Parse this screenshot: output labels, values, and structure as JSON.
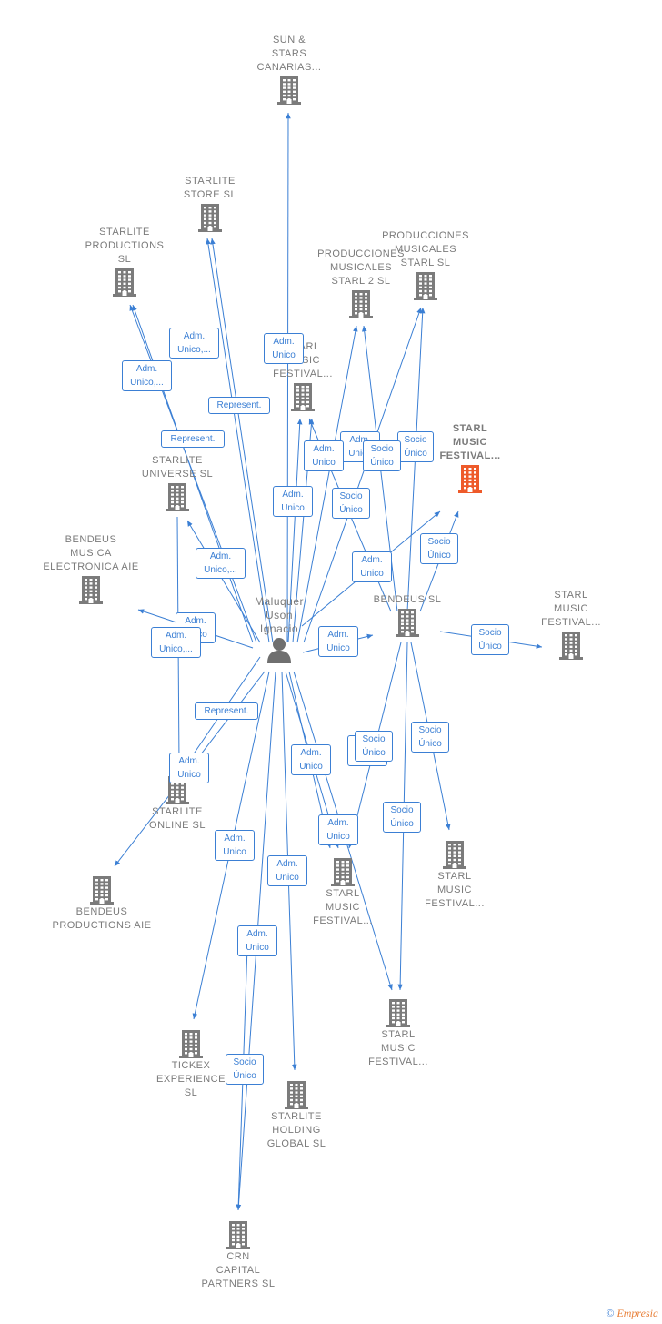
{
  "person": {
    "id": "maluquer",
    "label": "Maluquer\nUson\nIgnacio"
  },
  "companies": [
    {
      "id": "sun_stars",
      "label": "SUN &\nSTARS\nCANARIAS..."
    },
    {
      "id": "starlite_store",
      "label": "STARLITE\nSTORE  SL"
    },
    {
      "id": "starlite_productions",
      "label": "STARLITE\nPRODUCTIONS\nSL"
    },
    {
      "id": "prod_mus_starl2",
      "label": "PRODUCCIONES\nMUSICALES\nSTARL 2  SL"
    },
    {
      "id": "prod_mus_starl",
      "label": "PRODUCCIONES\nMUSICALES\nSTARL  SL"
    },
    {
      "id": "starl_mus_fest_hidden",
      "label": "STARL\nMUSIC\nFESTIVAL..."
    },
    {
      "id": "starl_mus_fest_main",
      "label": "STARL\nMUSIC\nFESTIVAL...",
      "highlight": true
    },
    {
      "id": "starlite_universe",
      "label": "STARLITE\nUNIVERSE  SL"
    },
    {
      "id": "bendeus_musica",
      "label": "BENDEUS\nMUSICA\nELECTRONICA AIE"
    },
    {
      "id": "bendeus_sl",
      "label": "BENDEUS SL"
    },
    {
      "id": "starl_mus_fest_right",
      "label": "STARL\nMUSIC\nFESTIVAL..."
    },
    {
      "id": "starlite_online",
      "label": "STARLITE\nONLINE  SL"
    },
    {
      "id": "bendeus_productions",
      "label": "BENDEUS\nPRODUCTIONS AIE"
    },
    {
      "id": "starl_mus_fest_mid",
      "label": "STARL\nMUSIC\nFESTIVAL..."
    },
    {
      "id": "starl_mus_fest_lowright",
      "label": "STARL\nMUSIC\nFESTIVAL..."
    },
    {
      "id": "starl_mus_fest_bottom",
      "label": "STARL\nMUSIC\nFESTIVAL..."
    },
    {
      "id": "tickex",
      "label": "TICKEX\nEXPERIENCE\nSL"
    },
    {
      "id": "starlite_holding",
      "label": "STARLITE\nHOLDING\nGLOBAL  SL"
    },
    {
      "id": "crn_capital",
      "label": "CRN\nCAPITAL\nPARTNERS  SL"
    }
  ],
  "edges": [
    {
      "from": "maluquer",
      "to": "sun_stars",
      "label": "Adm.\nUnico"
    },
    {
      "from": "maluquer",
      "to": "starlite_store",
      "label": "Represent."
    },
    {
      "from": "maluquer",
      "to": "starlite_store",
      "label": "Adm.\nUnico,..."
    },
    {
      "from": "maluquer",
      "to": "starlite_productions",
      "label": "Adm.\nUnico,..."
    },
    {
      "from": "maluquer",
      "to": "starlite_productions",
      "label": "Represent."
    },
    {
      "from": "maluquer",
      "to": "starl_mus_fest_hidden",
      "label": "Adm.\nUnico"
    },
    {
      "from": "maluquer",
      "to": "starl_mus_fest_hidden",
      "label": "Adm.\nUnico"
    },
    {
      "from": "maluquer",
      "to": "prod_mus_starl2",
      "label": "Adm.\nUnico"
    },
    {
      "from": "maluquer",
      "to": "prod_mus_starl",
      "label": "Adm.\nUnico"
    },
    {
      "from": "maluquer",
      "to": "starlite_universe",
      "label": "Adm.\nUnico,..."
    },
    {
      "from": "maluquer",
      "to": "bendeus_musica",
      "label": "Adm.\nUnico"
    },
    {
      "from": "maluquer",
      "to": "starlite_online",
      "label": "Adm.\nUnico,..."
    },
    {
      "from": "maluquer",
      "to": "bendeus_sl",
      "label": "Adm.\nUnico"
    },
    {
      "from": "maluquer",
      "to": "starl_mus_fest_main",
      "label": "Adm.\nUnico"
    },
    {
      "from": "maluquer",
      "to": "bendeus_productions",
      "label": "Represent."
    },
    {
      "from": "maluquer",
      "to": "starl_mus_fest_mid",
      "label": "Adm.\nUnico"
    },
    {
      "from": "maluquer",
      "to": "starl_mus_fest_mid",
      "label": "Adm.\nUnico"
    },
    {
      "from": "maluquer",
      "to": "starl_mus_fest_bottom",
      "label": "Adm.\nUnico"
    },
    {
      "from": "maluquer",
      "to": "tickex",
      "label": "Adm.\nUnico"
    },
    {
      "from": "maluquer",
      "to": "starlite_holding",
      "label": "Adm.\nUnico"
    },
    {
      "from": "maluquer",
      "to": "crn_capital",
      "label": "Adm.\nUnico"
    },
    {
      "from": "starlite_online",
      "to": "crn_capital",
      "label": "Adm.\nUnico"
    },
    {
      "from": "tickex",
      "to": "crn_capital",
      "label": "Socio\nÚnico"
    },
    {
      "from": "bendeus_sl",
      "to": "prod_mus_starl2",
      "label": "Socio\nÚnico"
    },
    {
      "from": "bendeus_sl",
      "to": "prod_mus_starl",
      "label": "Socio\nÚnico"
    },
    {
      "from": "bendeus_sl",
      "to": "starl_mus_fest_hidden",
      "label": "Socio\nÚnico"
    },
    {
      "from": "bendeus_sl",
      "to": "starl_mus_fest_main",
      "label": "Socio\nÚnico"
    },
    {
      "from": "bendeus_sl",
      "to": "starl_mus_fest_right",
      "label": "Socio\nÚnico"
    },
    {
      "from": "bendeus_sl",
      "to": "starl_mus_fest_mid",
      "label": "Socio\nÚnico"
    },
    {
      "from": "bendeus_sl",
      "to": "starl_mus_fest_lowright",
      "label": "Socio\nÚnico"
    },
    {
      "from": "bendeus_sl",
      "to": "starl_mus_fest_bottom",
      "label": "Socio\nÚnico"
    }
  ],
  "extra_text": {
    "hidden_adm": "Adm.\nUnico",
    "fragment_a": "Adm.",
    "fragment_a2": "Uni",
    "credit_copyright": "©",
    "credit_brand": "Empresia"
  },
  "colors": {
    "edge": "#3b7fd4",
    "building": "#7b7b7b",
    "building_highlight": "#ee5a2a",
    "person": "#6f6f6f",
    "label": "#7a7a7a"
  },
  "icons": {
    "company": "building-icon",
    "person": "person-icon"
  }
}
